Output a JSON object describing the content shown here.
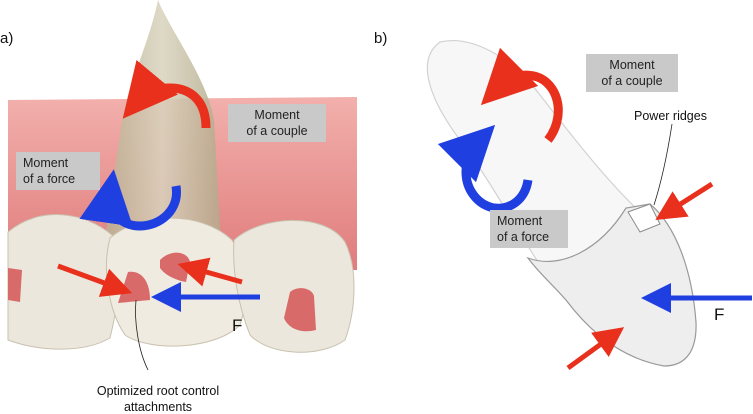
{
  "panels": {
    "a": {
      "letter": "a)",
      "moment_couple": "Moment\nof a couple",
      "moment_force": "Moment\nof a force",
      "force": "F",
      "attachments": "Optimized root control\nattachments"
    },
    "b": {
      "letter": "b)",
      "moment_couple": "Moment\nof a couple",
      "moment_force": "Moment\nof a force",
      "force": "F",
      "power_ridges": "Power ridges"
    }
  },
  "colors": {
    "red_arrow": "#e8301c",
    "blue_arrow": "#1f3fe0",
    "gum": "#e8908e",
    "tooth": "#ece7dc",
    "attachment": "#d86a6a",
    "label_box": "#c9c9c9"
  }
}
